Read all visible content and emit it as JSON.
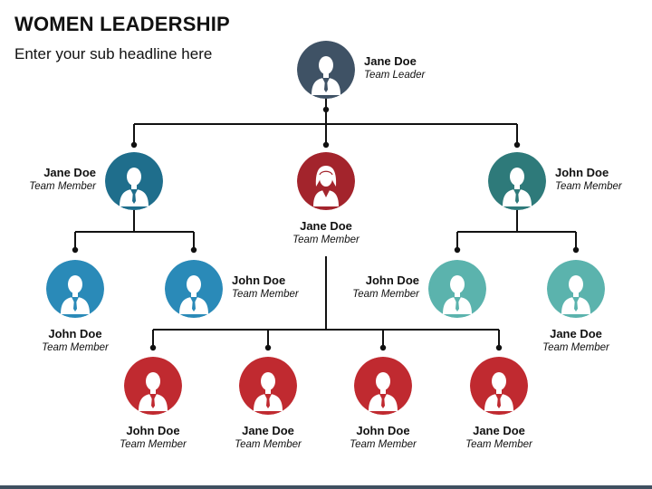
{
  "header": {
    "title": "WOMEN LEADERSHIP",
    "subtitle": "Enter your sub headline here"
  },
  "colors": {
    "leader": "#3f5265",
    "mid_left": "#1f6e8c",
    "mid_center": "#a3242c",
    "mid_right": "#2e7a7a",
    "left_team": "#2a8ab8",
    "center_team": "#c02a30",
    "right_team": "#5bb3ad",
    "connector": "#111111"
  },
  "people": {
    "leader": {
      "name": "Jane Doe",
      "role": "Team Leader",
      "icon": "male-avatar-icon"
    },
    "mid_left": {
      "name": "Jane Doe",
      "role": "Team Member",
      "icon": "male-avatar-icon"
    },
    "mid_center": {
      "name": "Jane Doe",
      "role": "Team Member",
      "icon": "female-avatar-icon"
    },
    "mid_right": {
      "name": "John Doe",
      "role": "Team Member",
      "icon": "male-avatar-icon"
    },
    "left_a": {
      "name": "John Doe",
      "role": "Team Member",
      "icon": "male-avatar-icon"
    },
    "left_b": {
      "name": "John Doe",
      "role": "Team Member",
      "icon": "male-avatar-icon"
    },
    "right_a": {
      "name": "John Doe",
      "role": "Team Member",
      "icon": "male-avatar-icon"
    },
    "right_b": {
      "name": "Jane Doe",
      "role": "Team Member",
      "icon": "male-avatar-icon"
    },
    "bottom_1": {
      "name": "John Doe",
      "role": "Team Member",
      "icon": "male-avatar-icon"
    },
    "bottom_2": {
      "name": "Jane Doe",
      "role": "Team Member",
      "icon": "male-avatar-icon"
    },
    "bottom_3": {
      "name": "John Doe",
      "role": "Team Member",
      "icon": "male-avatar-icon"
    },
    "bottom_4": {
      "name": "Jane Doe",
      "role": "Team Member",
      "icon": "male-avatar-icon"
    }
  }
}
